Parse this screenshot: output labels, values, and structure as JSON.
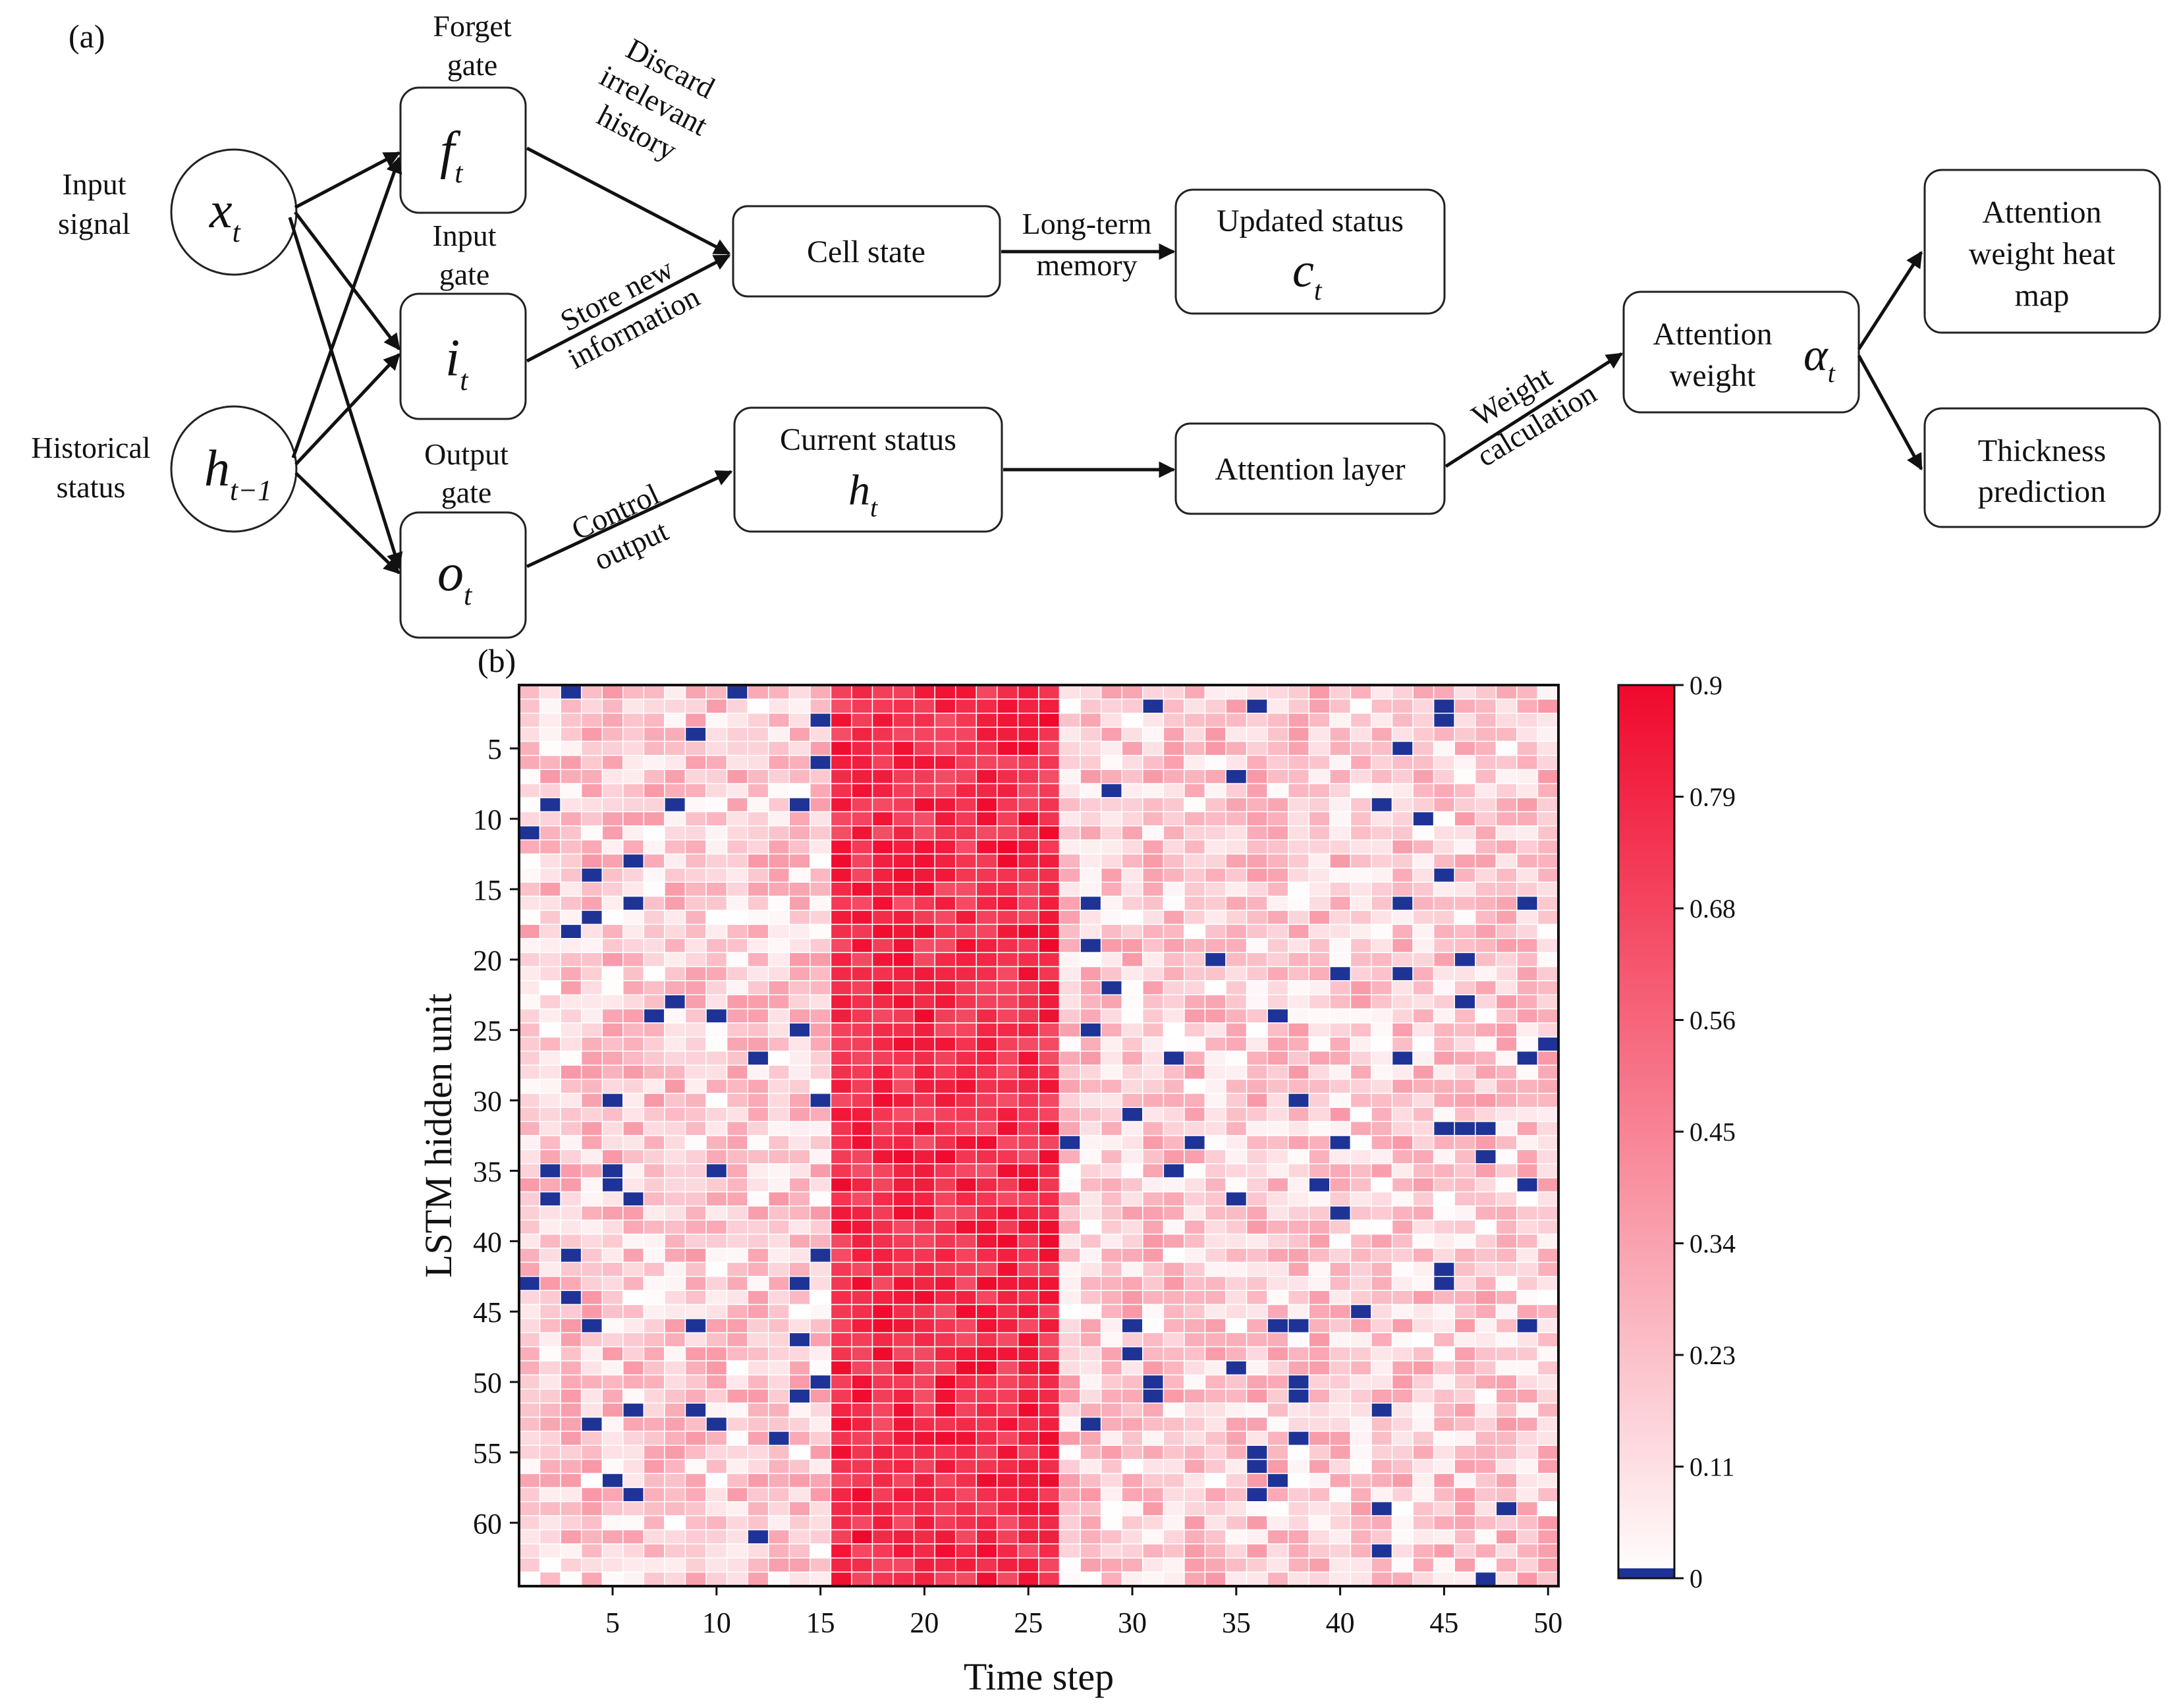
{
  "panel_a": {
    "label": "(a)",
    "input_signal": {
      "line1": "Input",
      "line2": "signal",
      "symbol": "x",
      "sub": "t"
    },
    "historical_status": {
      "line1": "Historical",
      "line2": "status",
      "symbol": "h",
      "sub": "t−1"
    },
    "forget_gate": {
      "line1": "Forget",
      "line2": "gate",
      "symbol": "f",
      "sub": "t"
    },
    "input_gate": {
      "line1": "Input",
      "line2": "gate",
      "symbol": "i",
      "sub": "t"
    },
    "output_gate": {
      "line1": "Output",
      "line2": "gate",
      "symbol": "o",
      "sub": "t"
    },
    "discard_label": [
      "Discard",
      "irrelevant",
      "history"
    ],
    "store_label": [
      "Store new",
      "information"
    ],
    "control_label": [
      "Control",
      "output"
    ],
    "cell_state": "Cell state",
    "long_term_label": [
      "Long-term",
      "memory"
    ],
    "updated_status": {
      "text": "Updated status",
      "symbol": "c",
      "sub": "t"
    },
    "current_status": {
      "text": "Current status",
      "symbol": "h",
      "sub": "t"
    },
    "attention_layer": "Attention layer",
    "weight_calc_label": [
      "Weight",
      "calculation"
    ],
    "attention_weight": {
      "line1": "Attention",
      "line2": "weight",
      "symbol": "α",
      "sub": "t"
    },
    "heat_map_box": [
      "Attention",
      "weight heat",
      "map"
    ],
    "thickness_box": [
      "Thickness",
      "prediction"
    ]
  },
  "panel_b": {
    "label": "(b)",
    "chart_data": {
      "type": "heatmap",
      "xlabel": "Time step",
      "ylabel": "LSTM hidden unit",
      "x_range": [
        1,
        50
      ],
      "y_range": [
        1,
        64
      ],
      "x_ticks": [
        5,
        10,
        15,
        20,
        25,
        30,
        35,
        40,
        45,
        50
      ],
      "y_ticks": [
        5,
        10,
        15,
        20,
        25,
        30,
        35,
        40,
        45,
        50,
        55,
        60
      ],
      "colorbar": {
        "min": 0,
        "max": 0.9,
        "ticks": [
          "0.9",
          "0.79",
          "0.68",
          "0.56",
          "0.45",
          "0.34",
          "0.23",
          "0.11",
          "0"
        ]
      },
      "colors": {
        "low": "#ffffff",
        "high": "#f0092c",
        "zero": "#1f3396",
        "grid": "#ffffff"
      },
      "high_band_columns": [
        16,
        26
      ],
      "zero_cells": [
        [
          3,
          1
        ],
        [
          11,
          1
        ],
        [
          15,
          3
        ],
        [
          31,
          2
        ],
        [
          36,
          2
        ],
        [
          45,
          2
        ],
        [
          45,
          3
        ],
        [
          9,
          4
        ],
        [
          43,
          5
        ],
        [
          15,
          6
        ],
        [
          35,
          7
        ],
        [
          29,
          8
        ],
        [
          2,
          9
        ],
        [
          8,
          9
        ],
        [
          14,
          9
        ],
        [
          42,
          9
        ],
        [
          44,
          10
        ],
        [
          1,
          11
        ],
        [
          6,
          13
        ],
        [
          4,
          14
        ],
        [
          45,
          14
        ],
        [
          6,
          16
        ],
        [
          28,
          16
        ],
        [
          43,
          16
        ],
        [
          49,
          16
        ],
        [
          4,
          17
        ],
        [
          3,
          18
        ],
        [
          28,
          19
        ],
        [
          34,
          20
        ],
        [
          46,
          20
        ],
        [
          40,
          21
        ],
        [
          43,
          21
        ],
        [
          29,
          22
        ],
        [
          8,
          23
        ],
        [
          46,
          23
        ],
        [
          7,
          24
        ],
        [
          10,
          24
        ],
        [
          37,
          24
        ],
        [
          14,
          25
        ],
        [
          28,
          25
        ],
        [
          50,
          26
        ],
        [
          12,
          27
        ],
        [
          32,
          27
        ],
        [
          43,
          27
        ],
        [
          49,
          27
        ],
        [
          5,
          30
        ],
        [
          15,
          30
        ],
        [
          38,
          30
        ],
        [
          30,
          31
        ],
        [
          45,
          32
        ],
        [
          46,
          32
        ],
        [
          47,
          32
        ],
        [
          27,
          33
        ],
        [
          33,
          33
        ],
        [
          40,
          33
        ],
        [
          47,
          34
        ],
        [
          2,
          35
        ],
        [
          5,
          35
        ],
        [
          10,
          35
        ],
        [
          32,
          35
        ],
        [
          5,
          36
        ],
        [
          39,
          36
        ],
        [
          49,
          36
        ],
        [
          2,
          37
        ],
        [
          6,
          37
        ],
        [
          35,
          37
        ],
        [
          40,
          38
        ],
        [
          3,
          41
        ],
        [
          15,
          41
        ],
        [
          45,
          42
        ],
        [
          1,
          43
        ],
        [
          14,
          43
        ],
        [
          45,
          43
        ],
        [
          3,
          44
        ],
        [
          41,
          45
        ],
        [
          4,
          46
        ],
        [
          9,
          46
        ],
        [
          30,
          46
        ],
        [
          37,
          46
        ],
        [
          38,
          46
        ],
        [
          49,
          46
        ],
        [
          14,
          47
        ],
        [
          30,
          48
        ],
        [
          35,
          49
        ],
        [
          31,
          50
        ],
        [
          38,
          50
        ],
        [
          15,
          50
        ],
        [
          14,
          51
        ],
        [
          31,
          51
        ],
        [
          38,
          51
        ],
        [
          6,
          52
        ],
        [
          9,
          52
        ],
        [
          42,
          52
        ],
        [
          4,
          53
        ],
        [
          10,
          53
        ],
        [
          28,
          53
        ],
        [
          13,
          54
        ],
        [
          38,
          54
        ],
        [
          36,
          55
        ],
        [
          36,
          56
        ],
        [
          5,
          57
        ],
        [
          37,
          57
        ],
        [
          6,
          58
        ],
        [
          36,
          58
        ],
        [
          42,
          59
        ],
        [
          48,
          59
        ],
        [
          12,
          61
        ],
        [
          42,
          62
        ],
        [
          47,
          64
        ]
      ]
    }
  }
}
